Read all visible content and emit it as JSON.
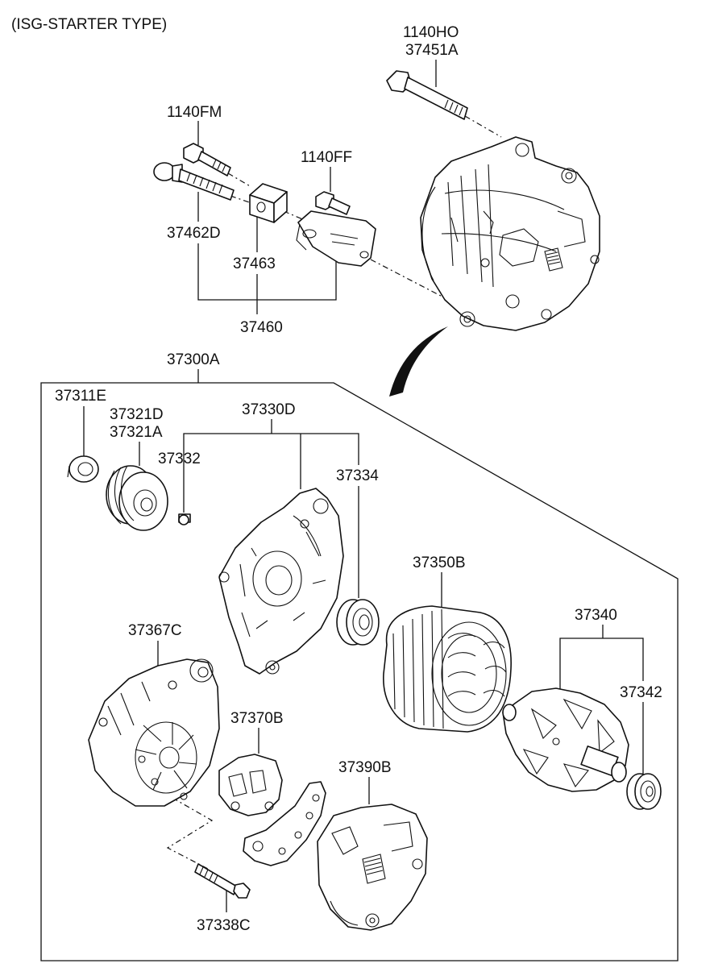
{
  "header": {
    "title": "(ISG-STARTER TYPE)"
  },
  "labels": {
    "p1140HO": "1140HO",
    "p37451A": "37451A",
    "p1140FM": "1140FM",
    "p1140FF": "1140FF",
    "p37462D": "37462D",
    "p37463": "37463",
    "p37460": "37460",
    "p37300A": "37300A",
    "p37311E": "37311E",
    "p37321D": "37321D",
    "p37321A": "37321A",
    "p37330D": "37330D",
    "p37332": "37332",
    "p37334": "37334",
    "p37350B": "37350B",
    "p37340": "37340",
    "p37342": "37342",
    "p37367C": "37367C",
    "p37370B": "37370B",
    "p37390B": "37390B",
    "p37338C": "37338C"
  }
}
